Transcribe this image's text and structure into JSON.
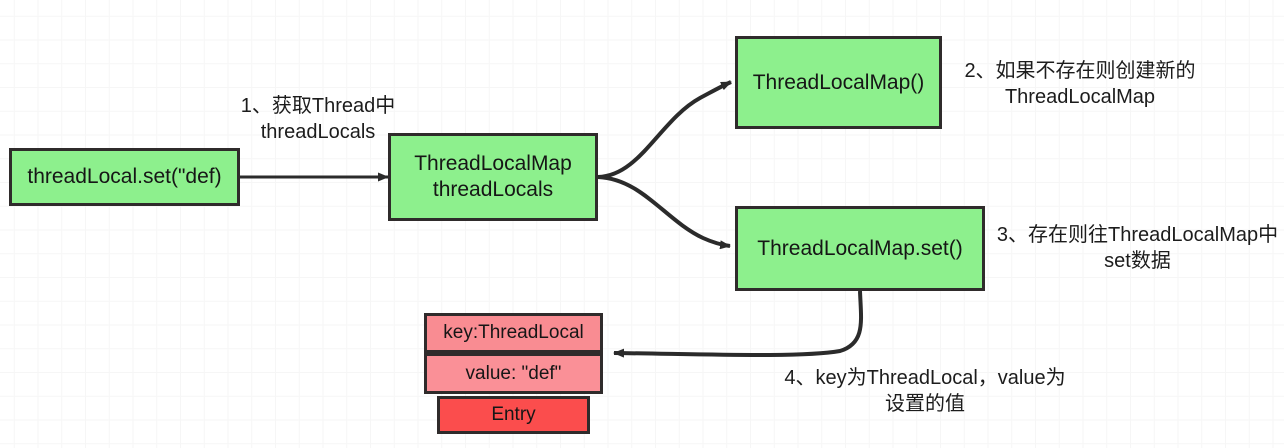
{
  "diagram": {
    "title": "ThreadLocal set flow",
    "colors": {
      "green_fill": "#8df08d",
      "pink_fill": "#f98c92",
      "entry_fill": "#fb4d4d",
      "stroke": "#2f2b2b",
      "grid": "#ededed",
      "text": "#161616"
    },
    "nodes": {
      "entry_point": "threadLocal.set(\"def)",
      "thread_locals": "ThreadLocalMap\nthreadLocals",
      "new_map": "ThreadLocalMap()",
      "map_set": "ThreadLocalMap.set()",
      "entry_key": "key:ThreadLocal",
      "entry_value": "value: \"def\"",
      "entry_label": "Entry"
    },
    "notes": {
      "step1": "1、获取Thread中\nthreadLocals",
      "step2": "2、如果不存在则创建新的\nThreadLocalMap",
      "step3": "3、存在则往ThreadLocalMap中\nset数据",
      "step4": "4、key为ThreadLocal，value为\n设置的值"
    }
  }
}
